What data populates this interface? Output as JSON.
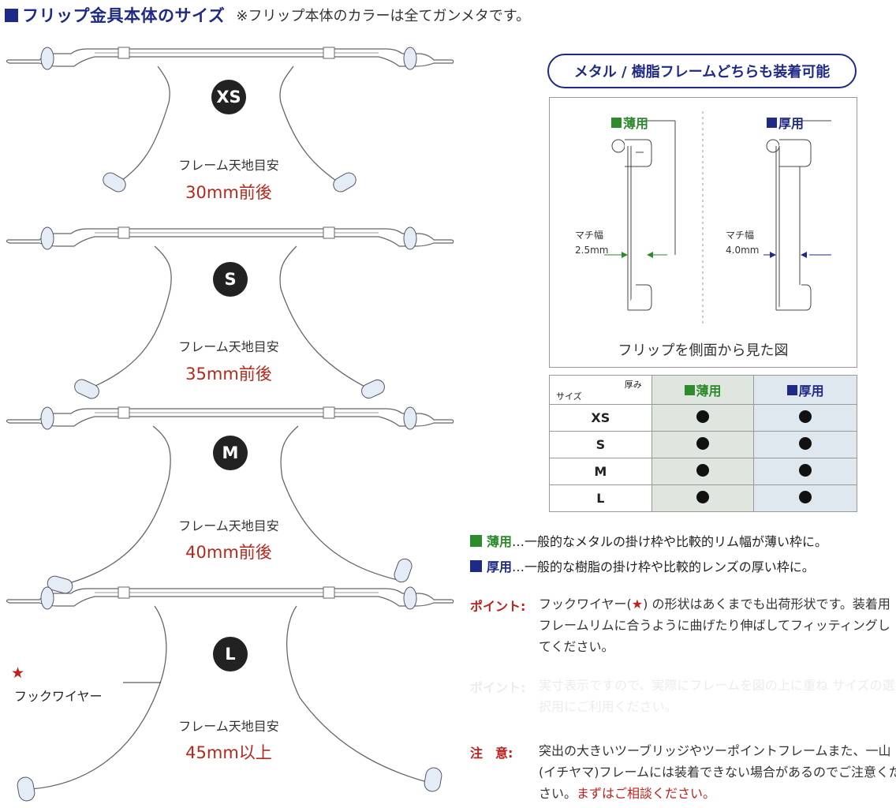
{
  "header": {
    "title": "フリップ金具本体のサイズ",
    "note": "※フリップ本体のカラーは全てガンメタです。"
  },
  "sizes": [
    {
      "badge": "XS",
      "frame_label": "フレーム天地目安",
      "measure": "30mm前後"
    },
    {
      "badge": "S",
      "frame_label": "フレーム天地目安",
      "measure": "35mm前後"
    },
    {
      "badge": "M",
      "frame_label": "フレーム天地目安",
      "measure": "40mm前後"
    },
    {
      "badge": "L",
      "frame_label": "フレーム天地目安",
      "measure": "45mm以上"
    }
  ],
  "hook": {
    "star": "★",
    "label": "フックワイヤー"
  },
  "compat_pill": "メタル / 樹脂フレームどちらも装着可能",
  "side_view": {
    "thin_label": "薄用",
    "thick_label": "厚用",
    "machi_thin": [
      "マチ幅",
      "2.5mm"
    ],
    "machi_thick": [
      "マチ幅",
      "4.0mm"
    ],
    "caption": "フリップを側面から見た図"
  },
  "table": {
    "header_size": "サイズ",
    "header_thickness": "厚み",
    "col_thin": "薄用",
    "col_thick": "厚用",
    "rows": [
      {
        "size": "XS"
      },
      {
        "size": "S"
      },
      {
        "size": "M"
      },
      {
        "size": "L"
      }
    ]
  },
  "legend": {
    "thin_key": "薄用",
    "thin_text": "…一般的なメタルの掛け枠や比較的リム幅が薄い枠に。",
    "thick_key": "厚用",
    "thick_text": "…一般的な樹脂の掛け枠や比較的レンズの厚い枠に。"
  },
  "notes": {
    "point_key": "ポイント:",
    "point_pre": "フックワイヤー(",
    "point_star": "★",
    "point_post": ") の形状はあくまでも出荷形状です。装着用フレームリムに合うように曲げたり伸ばしてフィッティングしてください。",
    "faded_key": "ポイント:",
    "faded_text": "実寸表示ですので、実際にフレームを図の上に重ね サイズの選択用にご利用ください。",
    "caution_key": "注　意:",
    "caution_text": "突出の大きいツーブリッジやツーポイントフレームまた、一山(イチヤマ)フレームには装着できない場合があるのでご注意ください。",
    "caution_red": "まずはご相談ください。"
  }
}
